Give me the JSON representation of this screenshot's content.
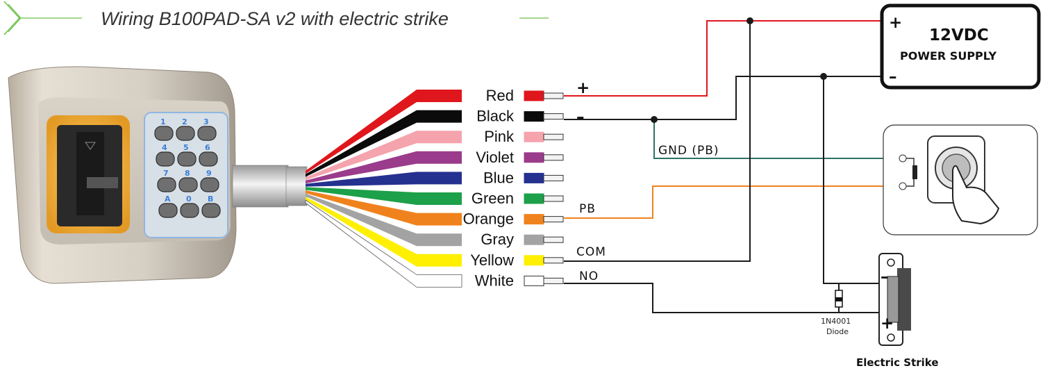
{
  "title": "Wiring B100PAD-SA v2 with electric strike",
  "wires": [
    {
      "label": "Red",
      "color": "#e0161d"
    },
    {
      "label": "Black",
      "color": "#0b0b0b"
    },
    {
      "label": "Pink",
      "color": "#f5a3ad"
    },
    {
      "label": "Violet",
      "color": "#9a3b8b"
    },
    {
      "label": "Blue",
      "color": "#25318f"
    },
    {
      "label": "Green",
      "color": "#1da04a"
    },
    {
      "label": "Orange",
      "color": "#f0821e"
    },
    {
      "label": "Gray",
      "color": "#a3a3a3"
    },
    {
      "label": "Yellow",
      "color": "#ffef00"
    },
    {
      "label": "White",
      "color": "#ffffff"
    }
  ],
  "signals": {
    "plus": "+",
    "minus": "–",
    "gnd_pb": "GND (PB)",
    "pb": "PB",
    "com": "COM",
    "no": "NO"
  },
  "power_supply": {
    "plus": "+",
    "minus": "–",
    "voltage": "12VDC",
    "label": "POWER SUPPLY"
  },
  "diode": {
    "part": "1N4001",
    "label": "Diode"
  },
  "strike": {
    "minus": "–",
    "plus": "+",
    "label": "Electric Strike"
  },
  "keypad": {
    "keys": [
      "1",
      "2",
      "3",
      "4",
      "5",
      "6",
      "7",
      "8",
      "9",
      "A",
      "0",
      "B"
    ]
  },
  "colors": {
    "power_line": "#e0161d",
    "signal_line": "#1a1a1a",
    "gnd_line": "#2e7065",
    "pb_line": "#f0821e",
    "accent_green": "#6cc04a"
  }
}
